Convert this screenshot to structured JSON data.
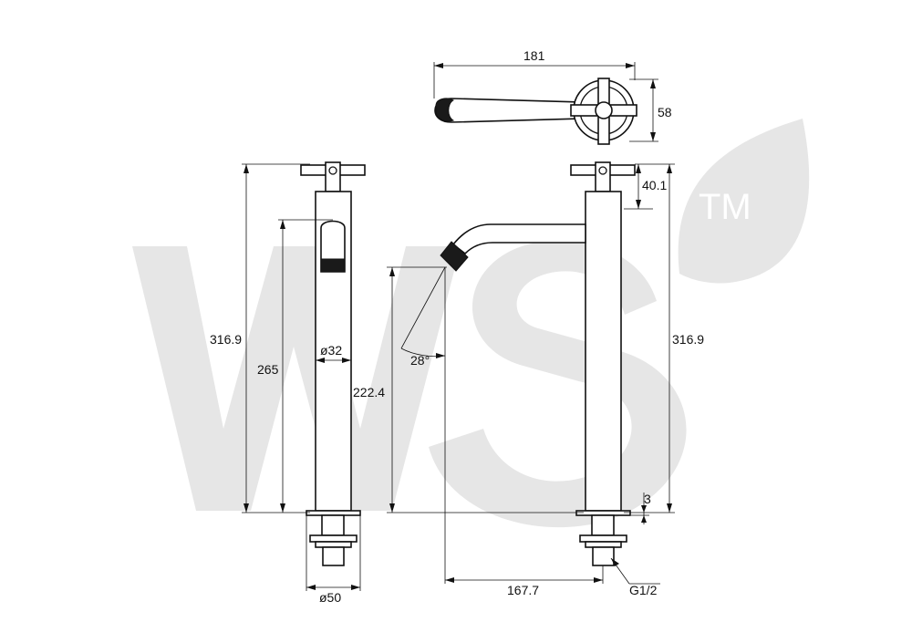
{
  "watermark": {
    "letters": "WS",
    "trademark": "TM"
  },
  "dimensions": {
    "top_width": "181",
    "top_depth": "58",
    "left_height": "316.9",
    "left_spout_height": "265",
    "left_body_diameter": "ø32",
    "left_base_diameter": "ø50",
    "right_spout_outlet_height": "222.4",
    "right_spout_angle": "28°",
    "right_handle_height": "40.1",
    "right_height": "316.9",
    "right_flange": "3",
    "right_reach": "167.7",
    "right_thread": "G1/2"
  },
  "colors": {
    "line": "#111111",
    "watermark": "#e6e6e6",
    "background": "#ffffff"
  }
}
